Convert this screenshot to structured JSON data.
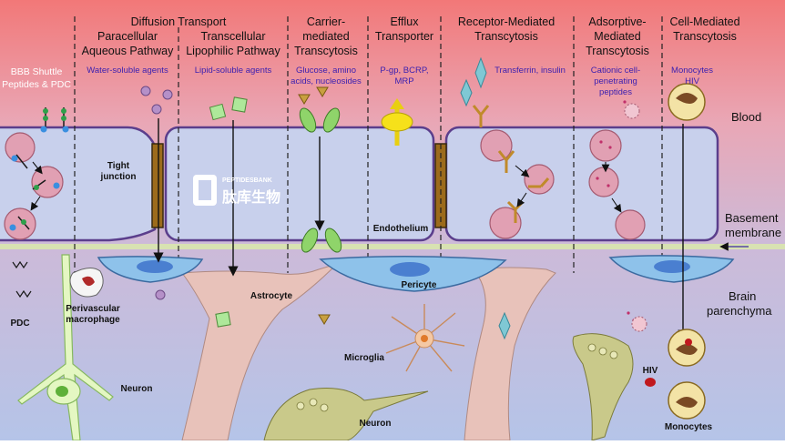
{
  "headers": {
    "diffusion_transport": "Diffusion Transport",
    "paracellular": [
      "Paracellular",
      "Aqueous Pathway"
    ],
    "transcellular": [
      "Transcellular",
      "Lipophilic Pathway"
    ],
    "carrier": [
      "Carrier-",
      "mediated",
      "Transcytosis"
    ],
    "efflux": [
      "Efflux",
      "Transporter"
    ],
    "receptor": [
      "Receptor-Mediated",
      "Transcytosis"
    ],
    "adsorptive": [
      "Adsorptive-",
      "Mediated",
      "Transcytosis"
    ],
    "cell_mediated": [
      "Cell-Mediated",
      "Transcytosis"
    ]
  },
  "subs": {
    "bbb_shuttle": [
      "BBB Shuttle",
      "Peptides & PDC"
    ],
    "water_soluble": "Water-soluble agents",
    "lipid_soluble": "Lipid-soluble agents",
    "glucose": [
      "Glucose, amino",
      "acids, nucleosides"
    ],
    "pgp": [
      "P-gp, BCRP,",
      "MRP"
    ],
    "transferrin": "Transferrin, insulin",
    "cationic": [
      "Cationic cell-",
      "penetrating",
      "peptides"
    ],
    "monocytes_hiv": [
      "Monocytes",
      "HIV"
    ]
  },
  "labels": {
    "blood": "Blood",
    "basement": [
      "Basement",
      "membrane"
    ],
    "brain": [
      "Brain",
      "parenchyma"
    ],
    "tight_junction": [
      "Tight",
      "junction"
    ],
    "endothelium": "Endothelium",
    "astrocyte": "Astrocyte",
    "pericyte": "Pericyte",
    "microglia": "Microglia",
    "neuron_left": "Neuron",
    "neuron_bottom": "Neuron",
    "pdc": "PDC",
    "perivascular": [
      "Perivascular",
      "macrophage"
    ],
    "hiv": "HIV",
    "monocytes": "Monocytes"
  },
  "logo": {
    "brand": "PEPTIDESBANK",
    "cn": "肽库生物"
  },
  "colors": {
    "blood_top": "#f07c7c",
    "brain_bottom": "#b9c6e6",
    "endothelium": "#c8d0ec",
    "endo_border": "#5b3e8c",
    "vesicle": "#e1a0b3",
    "junction": "#9c6b1c",
    "astro": "#e8c2ba",
    "pericyte": "#8ec2ea",
    "microglia": "#f4c8a4",
    "neuron": "#e4f7c2",
    "neuron2": "#c9c98a",
    "green_carrier": "#8fd46a",
    "efflux": "#f6e11a",
    "header_text": "#111111",
    "sub_text": "#3a1fb0"
  }
}
